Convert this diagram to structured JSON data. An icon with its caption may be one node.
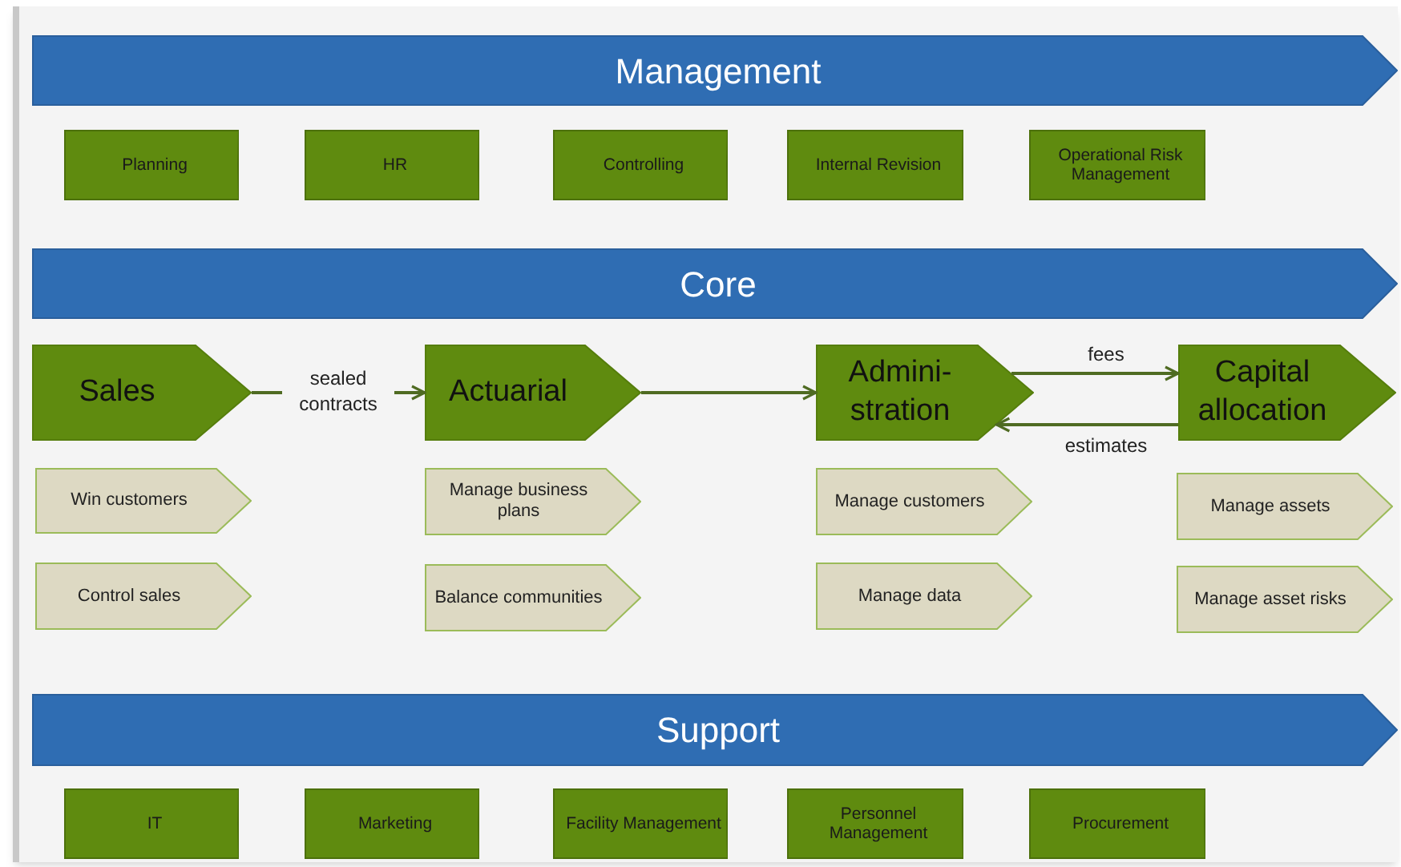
{
  "diagram": {
    "nodes": [
      {
        "text": [
          "Management"
        ]
      },
      {
        "text": [
          "Planning"
        ]
      },
      {
        "text": [
          "HR"
        ]
      },
      {
        "text": [
          "Controlling"
        ]
      },
      {
        "text": [
          "Internal Revision"
        ]
      },
      {
        "text": [
          "Operational Risk Management"
        ]
      },
      {
        "text": [
          "Core"
        ]
      },
      {
        "text": [
          "Sales"
        ]
      },
      {
        "text": [
          "Win customers"
        ]
      },
      {
        "text": [
          "Control sales"
        ]
      },
      {
        "text": [
          "Actuarial"
        ]
      },
      {
        "text": [
          "Manage business plans"
        ]
      },
      {
        "text": [
          "Balance communities"
        ]
      },
      {
        "text": [
          "Admini- stration"
        ]
      },
      {
        "text": [
          "Manage customers"
        ]
      },
      {
        "text": [
          "Manage data"
        ]
      },
      {
        "text": [
          "Capital allocation"
        ]
      },
      {
        "text": [
          "Manage assets"
        ]
      },
      {
        "text": [
          "Manage asset risks"
        ]
      },
      {
        "text": [
          "Support"
        ]
      },
      {
        "text": [
          "IT"
        ]
      },
      {
        "text": [
          "Marketing"
        ]
      },
      {
        "text": [
          "Facility Management"
        ]
      },
      {
        "text": [
          "Personnel Management"
        ]
      },
      {
        "text": [
          "Procurement"
        ]
      }
    ],
    "edges": [
      {
        "from": 7,
        "to": 10,
        "arrow": "to",
        "label": "sealed contracts"
      },
      {
        "from": 10,
        "to": 13,
        "arrow": "to"
      },
      {
        "from": 13,
        "to": 16,
        "arrow": "to",
        "label": "fees"
      },
      {
        "from": 16,
        "to": 13,
        "arrow": "to",
        "label": "estimates"
      }
    ]
  }
}
